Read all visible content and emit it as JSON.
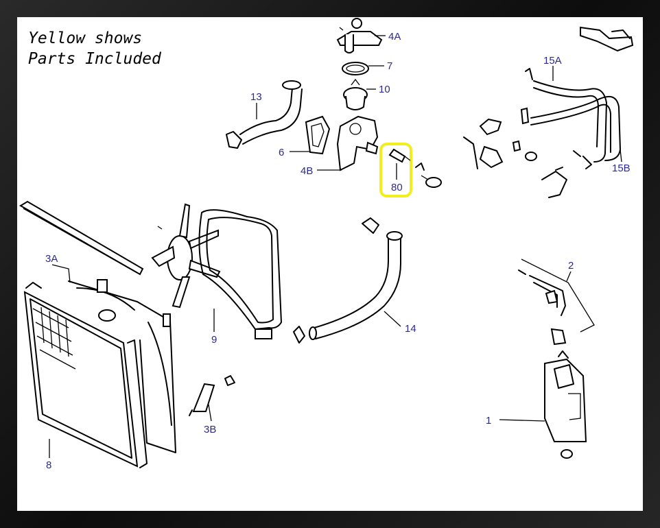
{
  "caption": {
    "line1": "Yellow shows",
    "line2": "Parts Included"
  },
  "colors": {
    "highlight": "#f2ee1c",
    "label": "#2b2a8c",
    "frame": "#1a1a1a"
  },
  "labels": {
    "p4A": "4A",
    "p7": "7",
    "p10": "10",
    "p13": "13",
    "p6": "6",
    "p4B": "4B",
    "p80": "80",
    "p15A": "15A",
    "p15B": "15B",
    "p3A": "3A",
    "p9": "9",
    "p14": "14",
    "p2": "2",
    "p3B": "3B",
    "p8": "8",
    "p1": "1"
  }
}
